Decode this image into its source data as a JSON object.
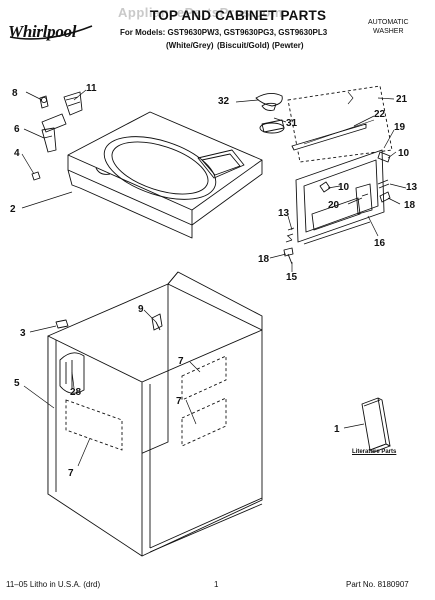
{
  "header": {
    "brand": "Whirlpool",
    "watermark": "AppliancePartsPros.com",
    "title": "TOP AND CABINET PARTS",
    "models": "For Models: GST9630PW3, GST9630PG3, GST9630PL3",
    "colors": [
      "(White/Grey)",
      "(Biscuit/Gold)",
      "(Pewter)"
    ],
    "appliance_line1": "AUTOMATIC",
    "appliance_line2": "WASHER"
  },
  "callouts": [
    "8",
    "11",
    "6",
    "4",
    "2",
    "32",
    "31",
    "21",
    "22",
    "19",
    "10",
    "10",
    "20",
    "13",
    "13",
    "16",
    "18",
    "18",
    "15",
    "9",
    "3",
    "5",
    "28",
    "7",
    "7",
    "7",
    "1"
  ],
  "literature_label": "Literature Parts",
  "footer": {
    "left": "11–05 Litho in U.S.A. (drd)",
    "center": "1",
    "right": "Part No. 8180907"
  }
}
